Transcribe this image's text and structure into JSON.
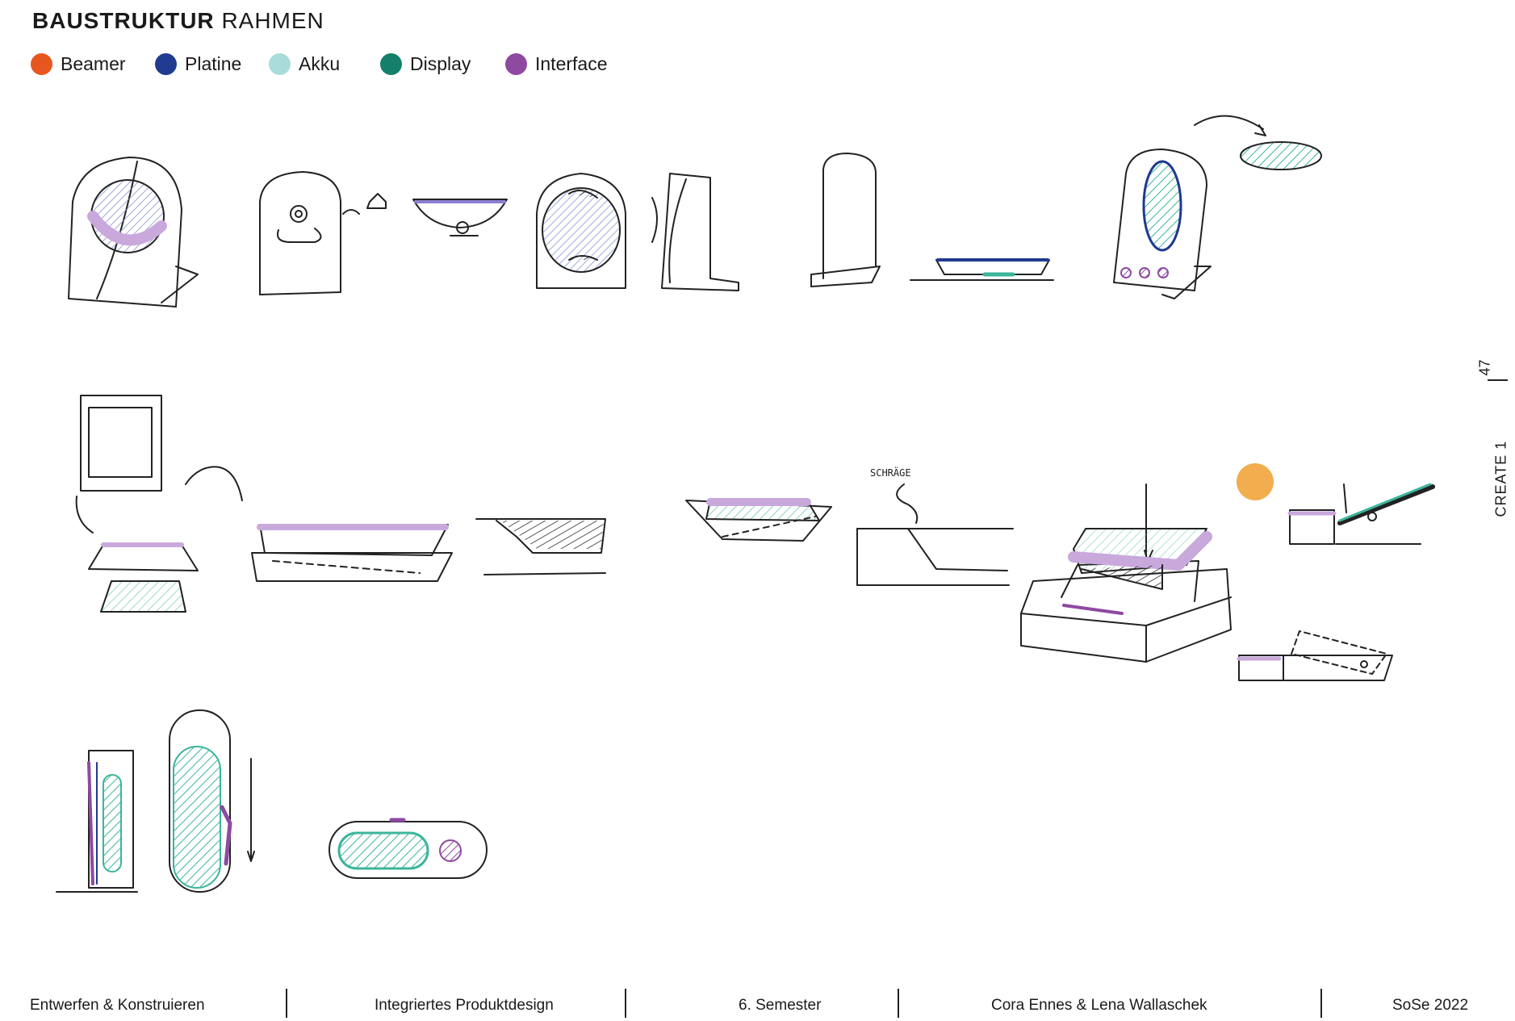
{
  "header": {
    "title_bold": "BAUSTRUKTUR",
    "title_light": "RAHMEN"
  },
  "legend": [
    {
      "label": "Beamer",
      "color": "#e8561f"
    },
    {
      "label": "Platine",
      "color": "#1f3a8f"
    },
    {
      "label": "Akku",
      "color": "#a8dcd9"
    },
    {
      "label": "Display",
      "color": "#14806a"
    },
    {
      "label": "Interface",
      "color": "#8e4aa0"
    }
  ],
  "side": {
    "page_number": "47",
    "course": "CREATE   1"
  },
  "footer": {
    "col1": "Entwerfen & Konstruieren",
    "col2": "Integriertes Produktdesign",
    "col3": "6. Semester",
    "col4": "Cora Ennes  & Lena Wallaschek",
    "col5": "SoSe 2022"
  },
  "sketch": {
    "note": "SCHRÄGE",
    "accent_dot_color": "#f2ad4e"
  }
}
